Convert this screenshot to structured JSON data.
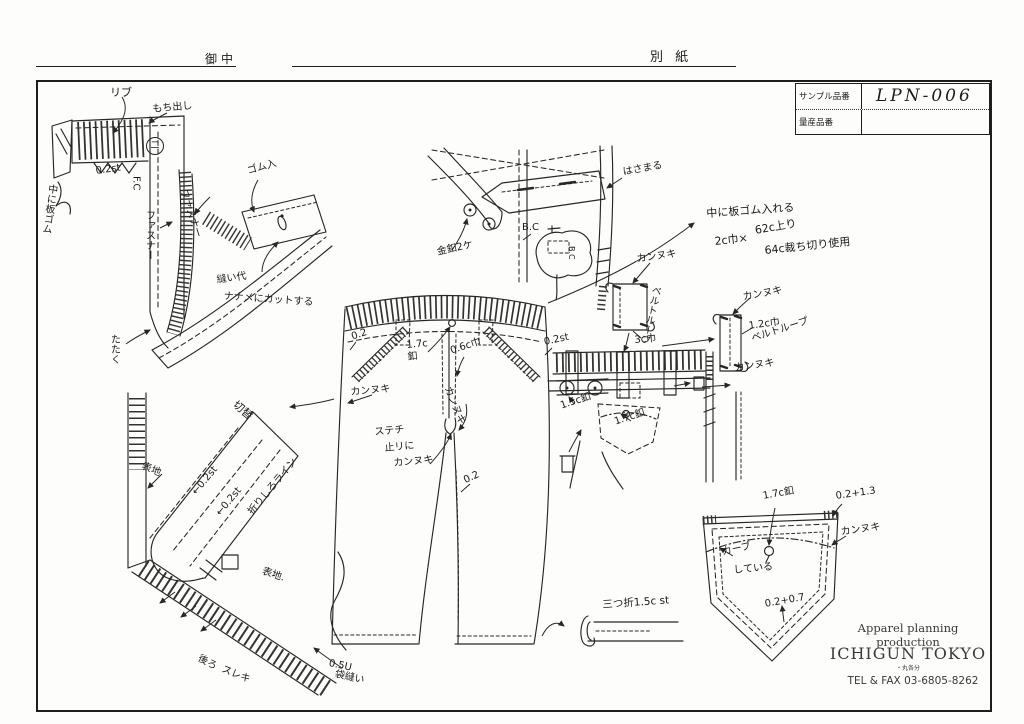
{
  "header": {
    "left_label": "御中",
    "right_label": "別 紙"
  },
  "part_table": {
    "rows": [
      {
        "label": "サンプル品番",
        "value": "LPN-006"
      },
      {
        "label": "量産品番",
        "value": ""
      }
    ]
  },
  "company": {
    "line1": "Apparel planning production",
    "name": "ICHIGUN TOKYO",
    "name_sub": "・丸各分",
    "tel": "TEL & FAX 03-6805-8262"
  },
  "ann": [
    {
      "t": "リブ"
    },
    {
      "t": "もち出し"
    },
    {
      "t": "0.2st"
    },
    {
      "t": "F.C"
    },
    {
      "t": "中に板ゴム"
    },
    {
      "t": "ファスナー"
    },
    {
      "t": "ファスナー"
    },
    {
      "t": "ゴム入"
    },
    {
      "t": "縫い代"
    },
    {
      "t": "ナナメにカットする"
    },
    {
      "t": "たたく"
    },
    {
      "t": "二"
    },
    {
      "t": "0.2"
    },
    {
      "t": "0.2st"
    },
    {
      "t": "1.7c釦"
    },
    {
      "t": "0.6c巾"
    },
    {
      "t": "カンヌキ"
    },
    {
      "t": "カンヌキ"
    },
    {
      "t": "ステチ"
    },
    {
      "t": "止リに"
    },
    {
      "t": "カンヌキ"
    },
    {
      "t": "0.2"
    },
    {
      "t": "金釦2ケ"
    },
    {
      "t": "B.C"
    },
    {
      "t": "B.C"
    },
    {
      "t": "はさまる"
    },
    {
      "t": "中に板ゴム入れる"
    },
    {
      "t": "2c巾×"
    },
    {
      "t": "62c上り"
    },
    {
      "t": "64c裁ち切り使用"
    },
    {
      "t": "カンヌキ"
    },
    {
      "t": "ベルトループ"
    },
    {
      "t": "3c巾"
    },
    {
      "t": "カンヌキ"
    },
    {
      "t": "1.2c巾"
    },
    {
      "t": "ベルトループ"
    },
    {
      "t": "カンヌキ"
    },
    {
      "t": "1.5c釦"
    },
    {
      "t": "1.7c釦"
    },
    {
      "t": "1.7c釦"
    },
    {
      "t": "0.2+1.3"
    },
    {
      "t": "カンヌキ"
    },
    {
      "t": "カーブ"
    },
    {
      "t": "している"
    },
    {
      "t": "0.2+0.7"
    },
    {
      "t": "切替"
    },
    {
      "t": "表地"
    },
    {
      "t": "←0.2st"
    },
    {
      "t": "←0.2st"
    },
    {
      "t": "折りしろライン"
    },
    {
      "t": "表地."
    },
    {
      "t": "後ろ"
    },
    {
      "t": "スレキ"
    },
    {
      "t": "0.5U"
    },
    {
      "t": "袋縫い"
    },
    {
      "t": "三つ折1.5c st"
    }
  ]
}
